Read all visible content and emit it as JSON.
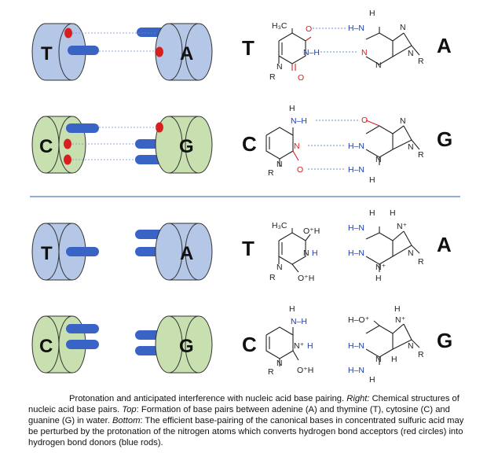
{
  "colors": {
    "ta_fill": "#b4c7e7",
    "cg_fill": "#c8e0b0",
    "rod": "#3a63c6",
    "acceptor": "#d81e1e",
    "divider": "#4f7fc0",
    "hbond": "#3a6ad0"
  },
  "rows": [
    {
      "left": "T",
      "right": "A",
      "label_left": "T",
      "label_right": "A"
    },
    {
      "left": "C",
      "right": "G",
      "label_left": "C",
      "label_right": "G"
    },
    {
      "left": "T",
      "right": "A",
      "label_left": "T",
      "label_right": "A"
    },
    {
      "left": "C",
      "right": "G",
      "label_left": "C",
      "label_right": "G"
    }
  ],
  "atoms": {
    "H3C": "H₃C",
    "O": "O",
    "N": "N",
    "H": "H",
    "R": "R",
    "NH": "N–H",
    "HN": "H–N",
    "Oplus": "O⁺",
    "Nplus": "N⁺",
    "HOplus": "H–O⁺",
    "OplusH": "O⁺H",
    "NplusH": "N⁺·H"
  },
  "caption": {
    "lead": "Protonation and anticipated interference with nucleic acid base pairing.",
    "right_label": "Right:",
    "right_text": "Chemical structures of nucleic acid base pairs.",
    "top_label": "Top",
    "top_text": ": Formation of base pairs between adenine (A) and thymine (T), cytosine (C) and guanine (G) in water.",
    "bottom_label": "Bottom",
    "bottom_text": ": The efficient base-pairing of the canonical bases in concentrated sulfuric acid may be perturbed by the protonation of the nitrogen atoms which converts hydrogen bond acceptors (red circles) into hydrogen bond donors (blue rods)."
  }
}
